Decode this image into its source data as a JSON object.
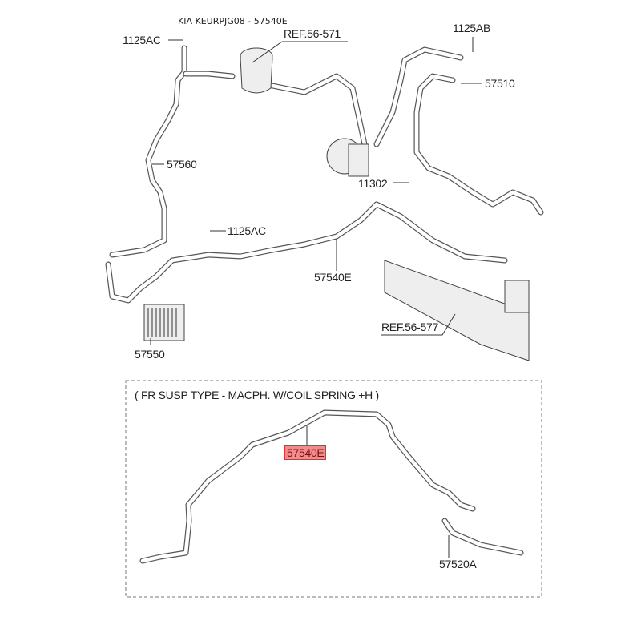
{
  "title": "KIA KEURPJG08 - 57540E",
  "labels": {
    "bolt_top_left": "1125AC",
    "ref_reservoir": "REF.56-571",
    "bolt_top_right": "1125AB",
    "hose_57510": "57510",
    "hose_57560": "57560",
    "bolt_11302": "11302",
    "bolt_mid": "1125AC",
    "tube_57540e": "57540E",
    "ref_gear": "REF.56-577",
    "cooler_57550": "57550"
  },
  "detail_box": {
    "caption": "( FR SUSP TYPE - MACPH. W/COIL SPRING +H )",
    "highlighted_part": "57540E",
    "hose_57520a": "57520A"
  },
  "highlight_color": "#f28b8b"
}
